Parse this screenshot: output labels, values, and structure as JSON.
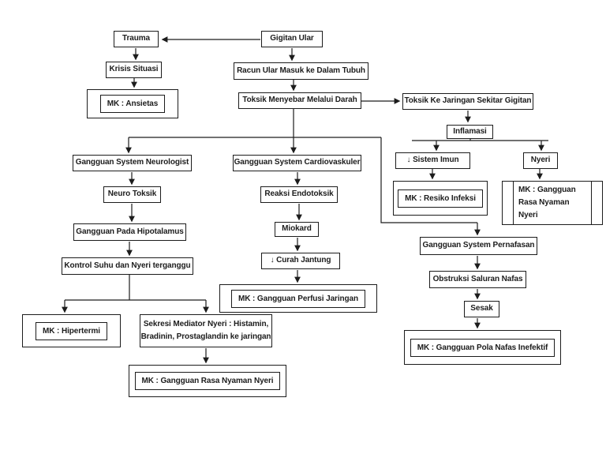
{
  "page": {
    "background_color": "#ffffff",
    "line_color": "#1c1c1c",
    "description": "Pathway flowchart of snake bite (Gigitan Ular) nursing diagnoses"
  },
  "nodes": {
    "trauma": {
      "label": "Trauma"
    },
    "gigitan_ular": {
      "label": "Gigitan Ular"
    },
    "krisis_situasi": {
      "label": "Krisis Situasi"
    },
    "mk_ansietas": {
      "label": "MK : Ansietas"
    },
    "racun_ular": {
      "label": "Racun Ular Masuk ke Dalam Tubuh"
    },
    "toksik_darah": {
      "label": "Toksik Menyebar Melalui Darah"
    },
    "toksik_jaringan": {
      "label": "Toksik Ke Jaringan Sekitar Gigitan"
    },
    "inflamasi": {
      "label": "Inflamasi"
    },
    "sistem_imun": {
      "label": "↓ Sistem Imun"
    },
    "nyeri": {
      "label": "Nyeri"
    },
    "mk_resiko_infeksi": {
      "label": "MK : Resiko Infeksi"
    },
    "mk_rasa_nyaman_kanan": {
      "label": "MK : Gangguan\nRasa Nyaman Nyeri"
    },
    "gangguan_neurologist": {
      "label": "Gangguan System Neurologist"
    },
    "neuro_toksik": {
      "label": "Neuro Toksik"
    },
    "gangguan_hipotalamus": {
      "label": "Gangguan Pada Hipotalamus"
    },
    "kontrol_suhu": {
      "label": "Kontrol Suhu dan Nyeri terganggu"
    },
    "mk_hipertermi": {
      "label": "MK : Hipertermi"
    },
    "sekresi_mediator": {
      "label": "Sekresi Mediator Nyeri : Histamin,\nBradinin, Prostaglandin ke jaringan"
    },
    "mk_rasa_nyaman_bawah": {
      "label": "MK : Gangguan Rasa Nyaman Nyeri"
    },
    "gangguan_cardio": {
      "label": "Gangguan System Cardiovaskuler"
    },
    "reaksi_endotoksik": {
      "label": "Reaksi Endotoksik"
    },
    "miokard": {
      "label": "Miokard"
    },
    "curah_jantung": {
      "label": "↓  Curah Jantung"
    },
    "mk_perfusi": {
      "label": "MK : Gangguan Perfusi Jaringan"
    },
    "gangguan_pernafasan": {
      "label": "Gangguan System Pernafasan"
    },
    "obstruksi_nafas": {
      "label": "Obstruksi Saluran Nafas"
    },
    "sesak": {
      "label": "Sesak"
    },
    "mk_pola_nafas": {
      "label": "MK : Gangguan Pola Nafas Inefektif"
    }
  },
  "edges": [
    {
      "from": "gigitan_ular",
      "to": "trauma"
    },
    {
      "from": "trauma",
      "to": "krisis_situasi"
    },
    {
      "from": "krisis_situasi",
      "to": "mk_ansietas"
    },
    {
      "from": "gigitan_ular",
      "to": "racun_ular"
    },
    {
      "from": "racun_ular",
      "to": "toksik_darah"
    },
    {
      "from": "toksik_darah",
      "to": "toksik_jaringan"
    },
    {
      "from": "toksik_jaringan",
      "to": "inflamasi"
    },
    {
      "from": "inflamasi",
      "to": "sistem_imun"
    },
    {
      "from": "inflamasi",
      "to": "nyeri"
    },
    {
      "from": "sistem_imun",
      "to": "mk_resiko_infeksi"
    },
    {
      "from": "nyeri",
      "to": "mk_rasa_nyaman_kanan"
    },
    {
      "from": "toksik_darah",
      "to": "gangguan_neurologist"
    },
    {
      "from": "toksik_darah",
      "to": "gangguan_cardio"
    },
    {
      "from": "toksik_darah",
      "to": "gangguan_pernafasan"
    },
    {
      "from": "gangguan_neurologist",
      "to": "neuro_toksik"
    },
    {
      "from": "neuro_toksik",
      "to": "gangguan_hipotalamus"
    },
    {
      "from": "gangguan_hipotalamus",
      "to": "kontrol_suhu"
    },
    {
      "from": "kontrol_suhu",
      "to": "mk_hipertermi"
    },
    {
      "from": "kontrol_suhu",
      "to": "sekresi_mediator"
    },
    {
      "from": "sekresi_mediator",
      "to": "mk_rasa_nyaman_bawah"
    },
    {
      "from": "gangguan_cardio",
      "to": "reaksi_endotoksik"
    },
    {
      "from": "reaksi_endotoksik",
      "to": "miokard"
    },
    {
      "from": "miokard",
      "to": "curah_jantung"
    },
    {
      "from": "curah_jantung",
      "to": "mk_perfusi"
    },
    {
      "from": "gangguan_pernafasan",
      "to": "obstruksi_nafas"
    },
    {
      "from": "obstruksi_nafas",
      "to": "sesak"
    },
    {
      "from": "sesak",
      "to": "mk_pola_nafas"
    }
  ]
}
